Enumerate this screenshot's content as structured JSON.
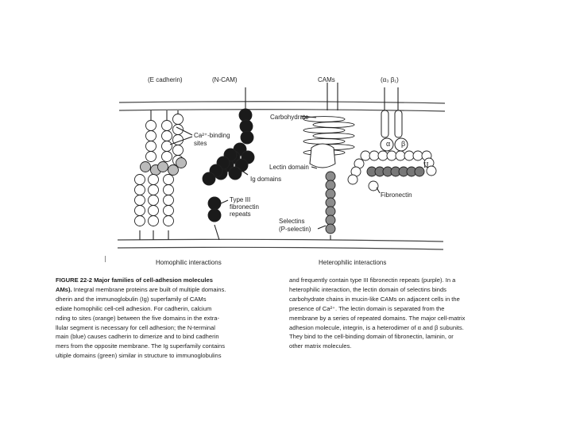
{
  "figure": {
    "top_labels": {
      "ecadherin": "(E cadherin)",
      "ncam": "(N-CAM)",
      "cams": "CAMs",
      "integrin": "(α₃ β₁)"
    },
    "labels": {
      "carbohydrate": "Carbohydrate",
      "ca_binding_1": "Ca²⁺-binding",
      "ca_binding_2": "sites",
      "lectin": "Lectin domain",
      "ig": "Ig domains",
      "type3_1": "Type III",
      "type3_2": "fibronectin",
      "type3_3": "repeats",
      "fibronectin": "Fibronectin",
      "selectins_1": "Selectins",
      "selectins_2": "(P-selectin)",
      "alpha": "α",
      "beta": "β",
      "domain_mark": "II"
    },
    "bottom_labels": {
      "homophilic": "Homophilic interactions",
      "heterophilic": "Heterophilic interactions"
    }
  },
  "caption": {
    "title": "FIGURE 22-2  Major families of cell-adhesion molecules",
    "left_first_bold": "AMs).",
    "left_first_rest": " Integral membrane proteins are built of multiple domains.",
    "left_lines": [
      "dherin and the immunoglobulin (Ig) superfamily of CAMs",
      "ediate homophilic cell-cell adhesion. For cadherin, calcium",
      "nding to sites (orange) between the five domains in the extra-",
      "llular segment is necessary for cell adhesion; the N-terminal",
      "main (blue) causes cadherin to dimerize and to bind cadherin",
      "mers from the opposite membrane. The Ig superfamily contains",
      "ultiple domains (green) similar in structure to immunoglobulins"
    ],
    "right_lines": [
      "and frequently contain type III fibronectin repeats (purple). In a",
      "heterophilic interaction, the lectin domain of selectins binds",
      "carbohydrate chains in mucin-like CAMs on adjacent cells in the",
      "presence of Ca²⁺. The lectin domain is separated from the",
      "membrane by a series of repeated domains. The major cell-matrix",
      "adhesion molecule, integrin, is a heterodimer of α and β subunits.",
      "They bind to the cell-binding domain of fibronectin, laminin, or",
      "other matrix molecules."
    ]
  },
  "colors": {
    "ink": "#222222",
    "dark_domain": "#1a1a1a",
    "grey_domain": "#8c8c8c",
    "membrane": "#444444"
  }
}
